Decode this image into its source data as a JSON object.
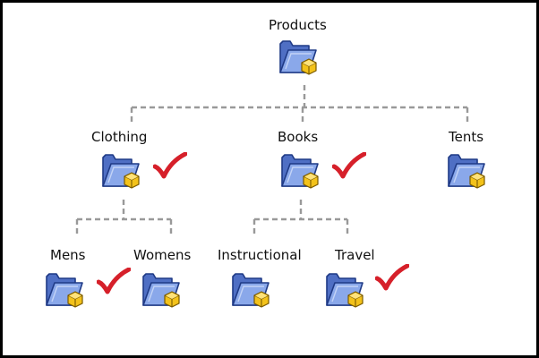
{
  "diagram": {
    "nodes": [
      {
        "id": "products",
        "label": "Products",
        "checked": false
      },
      {
        "id": "clothing",
        "label": "Clothing",
        "checked": true
      },
      {
        "id": "books",
        "label": "Books",
        "checked": true
      },
      {
        "id": "tents",
        "label": "Tents",
        "checked": false
      },
      {
        "id": "mens",
        "label": "Mens",
        "checked": true
      },
      {
        "id": "womens",
        "label": "Womens",
        "checked": false
      },
      {
        "id": "instructional",
        "label": "Instructional",
        "checked": false
      },
      {
        "id": "travel",
        "label": "Travel",
        "checked": true
      }
    ],
    "edges": [
      [
        "products",
        "clothing"
      ],
      [
        "products",
        "books"
      ],
      [
        "products",
        "tents"
      ],
      [
        "clothing",
        "mens"
      ],
      [
        "clothing",
        "womens"
      ],
      [
        "books",
        "instructional"
      ],
      [
        "books",
        "travel"
      ]
    ],
    "icons": {
      "node": "folder-icon",
      "badge": "cube-icon",
      "status": "checkmark-icon"
    },
    "colors": {
      "folder": "#6f8fd8",
      "folder_dark": "#2c4a9a",
      "cube": "#f3c21a",
      "check": "#d6202a",
      "connector": "#999999"
    }
  }
}
